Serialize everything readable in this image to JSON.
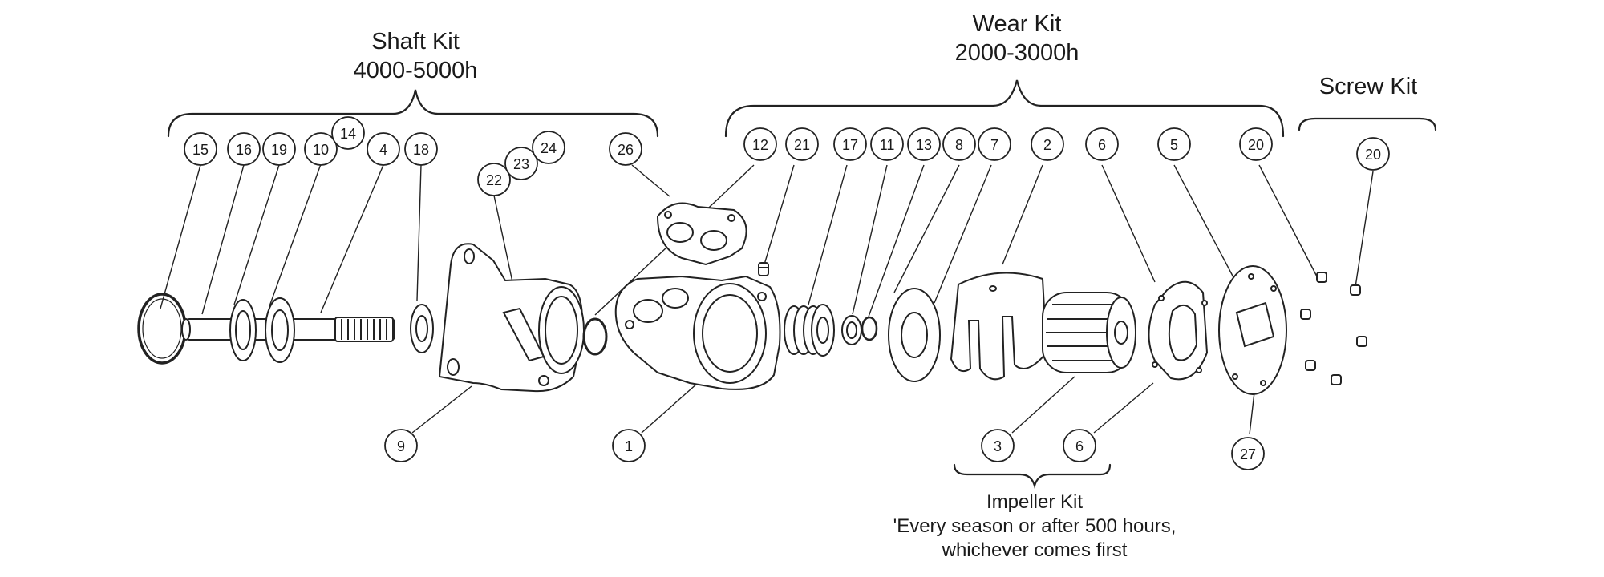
{
  "kits": {
    "shaft": {
      "title": "Shaft Kit",
      "interval": "4000-5000h"
    },
    "wear": {
      "title": "Wear Kit",
      "interval": "2000-3000h"
    },
    "screw": {
      "title": "Screw Kit"
    },
    "impeller": {
      "title": "Impeller Kit",
      "line1": "'Every season or after 500 hours,",
      "line2": "whichever comes first"
    }
  },
  "callouts": {
    "c15": "15",
    "c16": "16",
    "c19": "19",
    "c10": "10",
    "c14": "14",
    "c4": "4",
    "c18": "18",
    "c22": "22",
    "c23": "23",
    "c24": "24",
    "c26": "26",
    "c12": "12",
    "c21": "21",
    "c17": "17",
    "c11": "11",
    "c13": "13",
    "c8": "8",
    "c7": "7",
    "c2": "2",
    "c6a": "6",
    "c5": "5",
    "c20a": "20",
    "c20b": "20",
    "c9": "9",
    "c1": "1",
    "c3": "3",
    "c6b": "6",
    "c27": "27"
  },
  "colors": {
    "ink": "#1a1a1a",
    "stroke": "#222222",
    "hatch": "#555555"
  }
}
